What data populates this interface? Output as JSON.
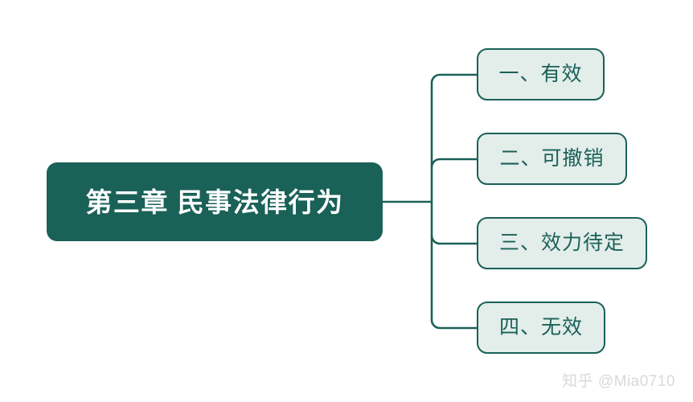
{
  "diagram": {
    "type": "mindmap",
    "orientation": "left-to-right",
    "background_color": "#ffffff",
    "root": {
      "label": "第三章 民事法律行为",
      "fill_color": "#1a6158",
      "text_color": "#ffffff"
    },
    "branch_color": "#1a6158",
    "children": [
      {
        "index": "1",
        "label": "一、有效",
        "fill_color": "#e3edea",
        "text_color": "#1a6158",
        "border_color": "#1a6158"
      },
      {
        "index": "2",
        "label": "二、可撤销",
        "fill_color": "#e3edea",
        "text_color": "#1a6158",
        "border_color": "#1a6158"
      },
      {
        "index": "3",
        "label": "三、效力待定",
        "fill_color": "#e3edea",
        "text_color": "#1a6158",
        "border_color": "#1a6158"
      },
      {
        "index": "4",
        "label": "四、无效",
        "fill_color": "#e3edea",
        "text_color": "#1a6158",
        "border_color": "#1a6158"
      }
    ]
  },
  "watermark": {
    "text": "知乎 @Mia0710",
    "color": "#d9d9d9"
  }
}
